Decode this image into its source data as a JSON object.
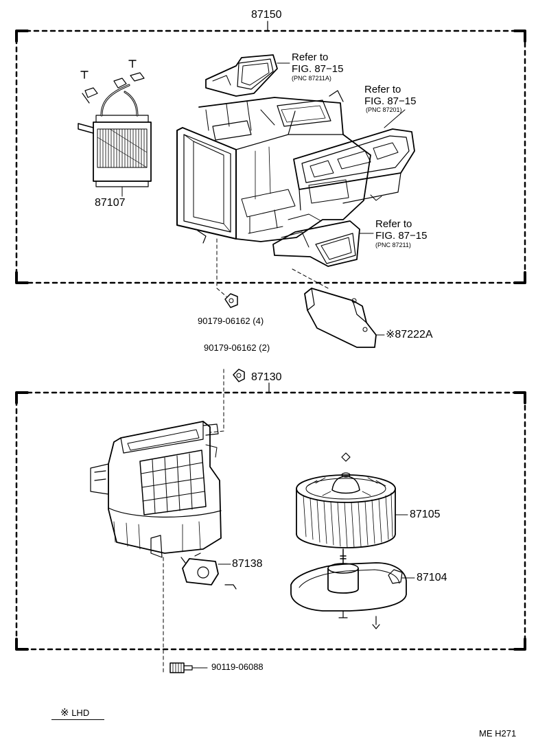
{
  "assemblies": {
    "upper": {
      "part_no": "87150"
    },
    "lower": {
      "part_no": "87130"
    }
  },
  "parts": {
    "heater_core": "87107",
    "blower_fan": "87105",
    "blower_motor": "87104",
    "blower_resistor": "87138",
    "duct_cover": "87222A",
    "duct_cover_mark": "※"
  },
  "fasteners": {
    "clip_a": {
      "part_no": "90179-06162",
      "qty": "(4)"
    },
    "clip_b": {
      "part_no": "90179-06162",
      "qty": "(2)"
    },
    "screw": {
      "part_no": "90119-06088"
    }
  },
  "references": [
    {
      "refer_to": "Refer to",
      "fig": "FIG. 87−15",
      "pnc": "(PNC 87211A)"
    },
    {
      "refer_to": "Refer to",
      "fig": "FIG. 87−15",
      "pnc": "(PNC 87201)"
    },
    {
      "refer_to": "Refer to",
      "fig": "FIG. 87−15",
      "pnc": "(PNC 87211)"
    }
  ],
  "legend": {
    "mark": "※",
    "text": "LHD"
  },
  "figure_code": "ME H271",
  "colors": {
    "ink": "#000000",
    "paper": "#ffffff"
  }
}
